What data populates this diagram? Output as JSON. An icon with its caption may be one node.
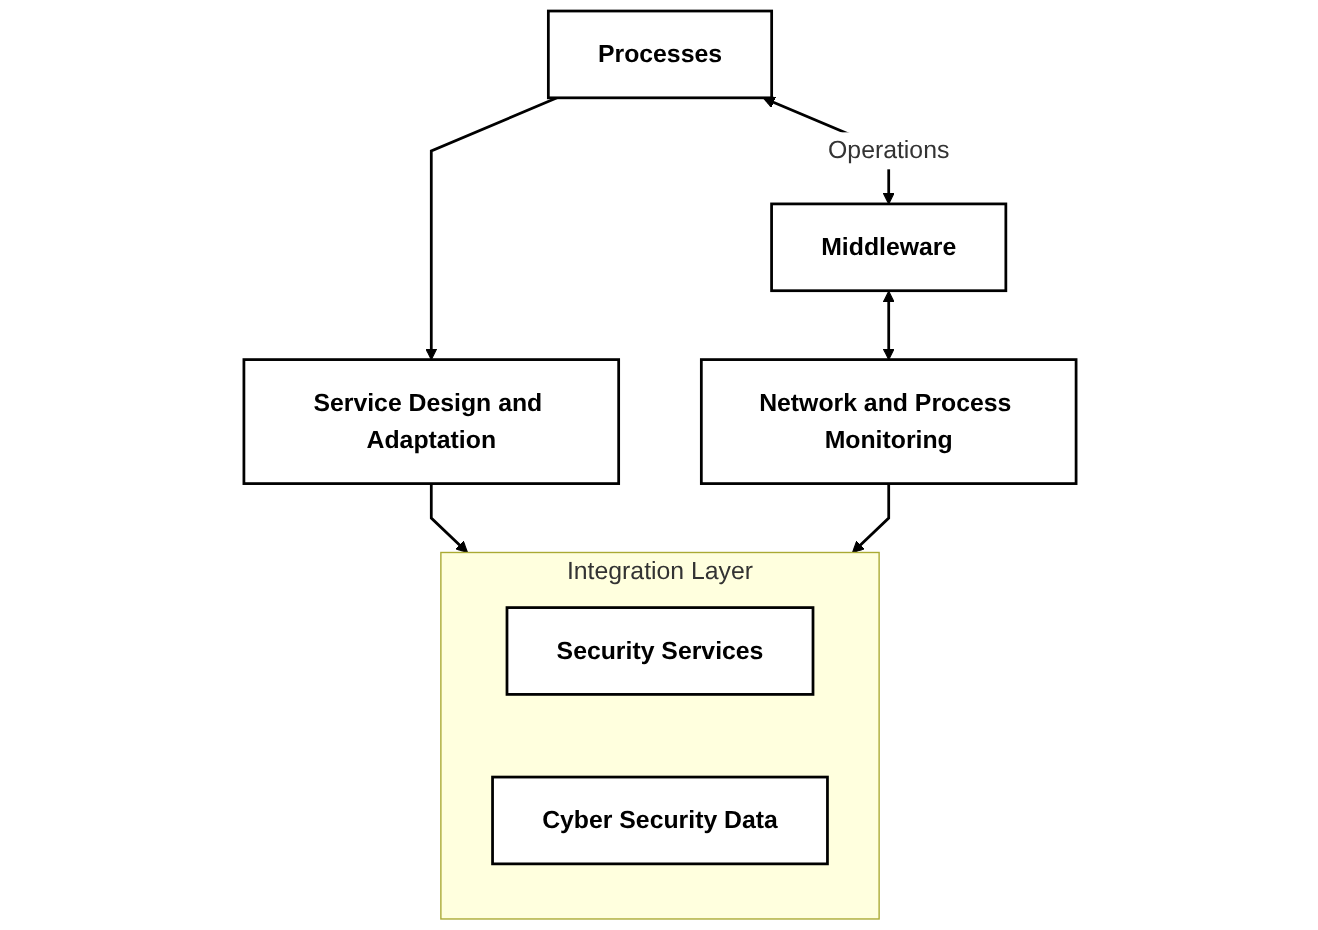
{
  "diagram": {
    "nodes": [
      {
        "text": [
          "Processes"
        ]
      },
      {
        "text": [
          "Middleware"
        ]
      },
      {
        "text": [
          "Service Design and Adaptation"
        ]
      },
      {
        "text": [
          "Network and Process Monitoring"
        ]
      },
      {
        "text": [
          "Integration Layer"
        ]
      },
      {
        "text": [
          "Security Services"
        ],
        "in": 4
      },
      {
        "text": [
          "Cyber Security Data"
        ],
        "in": 4
      }
    ],
    "edges": [
      {
        "from": 0,
        "to": 1,
        "arrow": "both",
        "label": "Operations"
      },
      {
        "from": 0,
        "to": 2,
        "arrow": "to"
      },
      {
        "from": 1,
        "to": 3,
        "arrow": "both"
      },
      {
        "from": 2,
        "to": 4,
        "arrow": "to"
      },
      {
        "from": 3,
        "to": 4,
        "arrow": "to"
      }
    ]
  }
}
